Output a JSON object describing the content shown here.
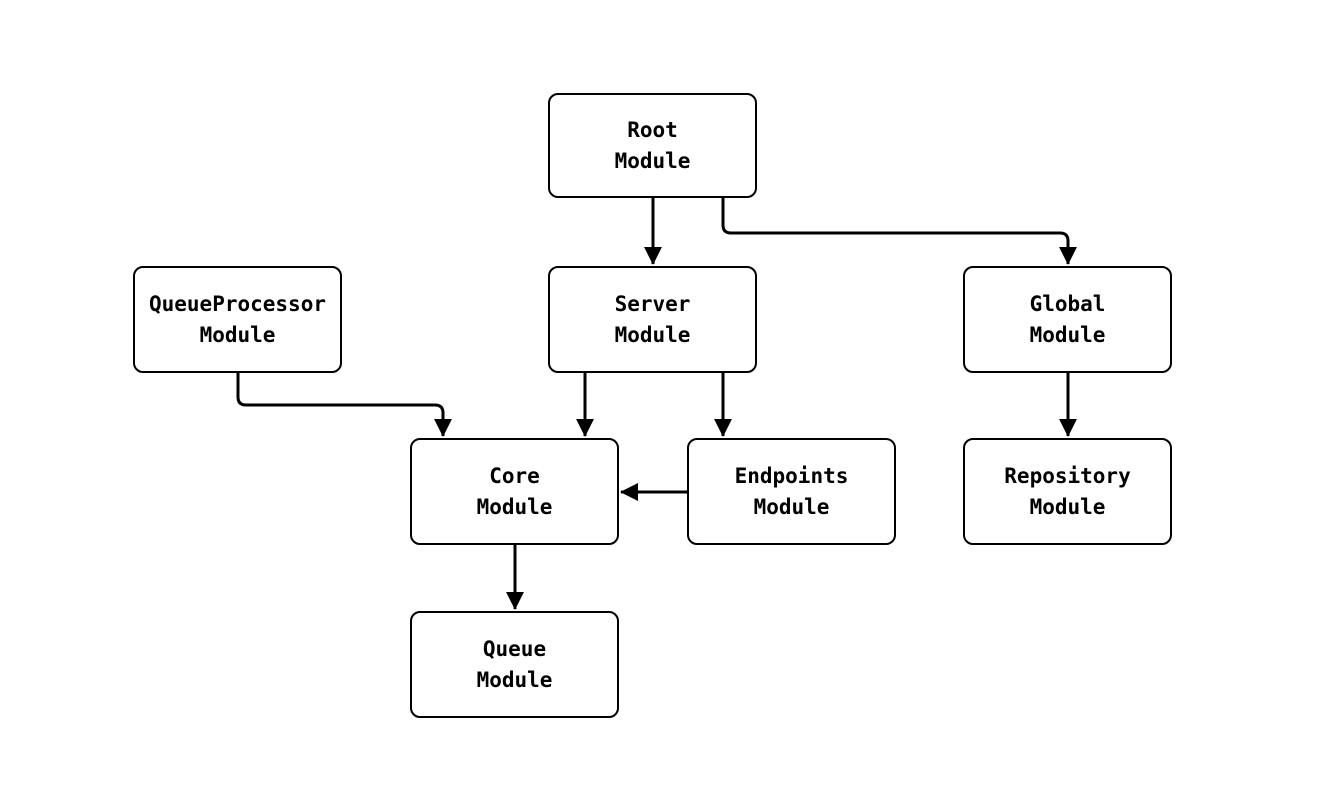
{
  "diagram": {
    "type": "module-dependency-flowchart",
    "nodes": {
      "root": {
        "label": "Root\nModule"
      },
      "queueProcessor": {
        "label": "QueueProcessor\nModule"
      },
      "server": {
        "label": "Server\nModule"
      },
      "global": {
        "label": "Global\nModule"
      },
      "core": {
        "label": "Core\nModule"
      },
      "endpoints": {
        "label": "Endpoints\nModule"
      },
      "repository": {
        "label": "Repository\nModule"
      },
      "queue": {
        "label": "Queue\nModule"
      }
    },
    "edges": [
      {
        "from": "Root Module",
        "to": "Server Module"
      },
      {
        "from": "Root Module",
        "to": "Global Module"
      },
      {
        "from": "QueueProcessor Module",
        "to": "Core Module"
      },
      {
        "from": "Server Module",
        "to": "Core Module"
      },
      {
        "from": "Server Module",
        "to": "Endpoints Module"
      },
      {
        "from": "Endpoints Module",
        "to": "Core Module"
      },
      {
        "from": "Global Module",
        "to": "Repository Module"
      },
      {
        "from": "Core Module",
        "to": "Queue Module"
      }
    ],
    "colors": {
      "background": "#ffffff",
      "node_fill": "#ffffff",
      "node_border": "#000000",
      "edge": "#000000",
      "text": "#000000"
    }
  }
}
